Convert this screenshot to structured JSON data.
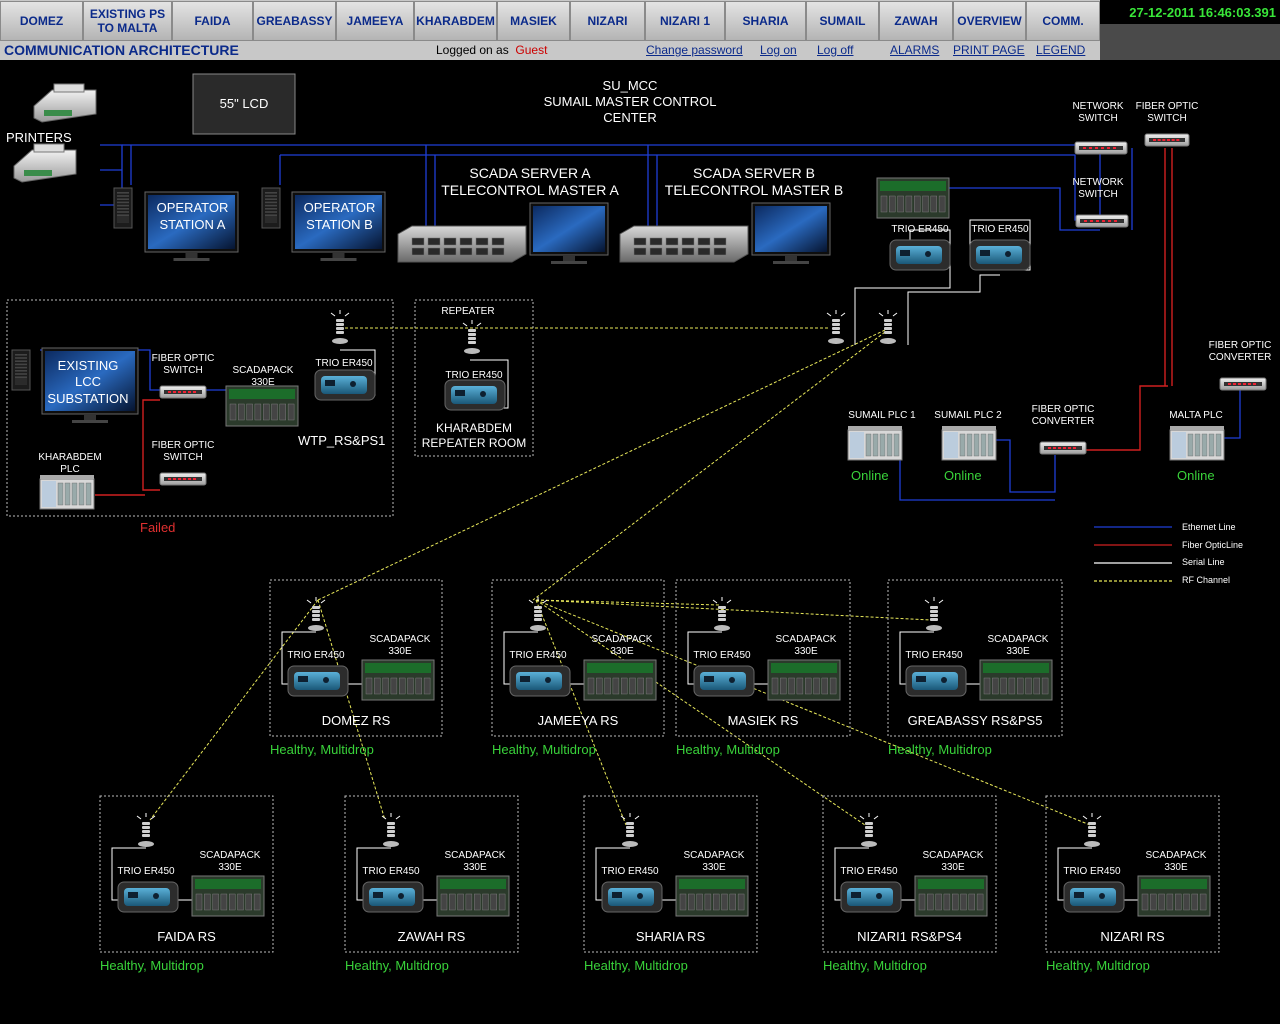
{
  "nav": {
    "buttons": [
      "DOMEZ",
      "EXISTING PS\nTO MALTA",
      "FAIDA",
      "GREABASSY",
      "JAMEEYA",
      "KHARABDEM",
      "MASIEK",
      "NIZARI",
      "NIZARI 1",
      "SHARIA",
      "SUMAIL",
      "ZAWAH",
      "OVERVIEW",
      "COMM."
    ],
    "clock": "27-12-2011 16:46:03.391"
  },
  "subbar": {
    "title": "COMMUNICATION ARCHITECTURE",
    "logged_on_label": "Logged on as",
    "user": "Guest",
    "links": [
      "Change password",
      "Log on",
      "Log off",
      "ALARMS",
      "PRINT PAGE",
      "LEGEND"
    ]
  },
  "mcc": {
    "title_line1": "SU_MCC",
    "title_line2": "SUMAIL MASTER CONTROL",
    "title_line3": "CENTER",
    "lcd": "55\" LCD",
    "printers": "PRINTERS",
    "op_a": [
      "OPERATOR",
      "STATION A"
    ],
    "op_b": [
      "OPERATOR",
      "STATION B"
    ],
    "srv_a": [
      "SCADA SERVER A",
      "TELECONTROL MASTER A"
    ],
    "srv_b": [
      "SCADA SERVER B",
      "TELECONTROL MASTER B"
    ],
    "net_switch_1": [
      "NETWORK",
      "SWITCH"
    ],
    "fo_switch": [
      "FIBER OPTIC",
      "SWITCH"
    ],
    "net_switch_2": [
      "NETWORK",
      "SWITCH"
    ],
    "trio_1": "TRIO ER450",
    "trio_2": "TRIO ER450",
    "fo_converter_1": [
      "FIBER OPTIC",
      "CONVERTER"
    ],
    "fo_converter_2": [
      "FIBER OPTIC",
      "CONVERTER"
    ],
    "plc1": "SUMAIL PLC 1",
    "plc2": "SUMAIL PLC 2",
    "malta": "MALTA PLC",
    "plc1_status": "Online",
    "plc2_status": "Online",
    "malta_status": "Online"
  },
  "lcc": {
    "existing": [
      "EXISTING",
      "LCC",
      "SUBSTATION"
    ],
    "fo1": [
      "FIBER OPTIC",
      "SWITCH"
    ],
    "fo2": [
      "FIBER OPTIC",
      "SWITCH"
    ],
    "scadapack": [
      "SCADAPACK",
      "330E"
    ],
    "trio": "TRIO ER450",
    "khar": [
      "KHARABDEM",
      "PLC"
    ],
    "site": "WTP_RS&PS1",
    "status": "Failed"
  },
  "repeater": {
    "title": "REPEATER",
    "trio": "TRIO ER450",
    "room": [
      "KHARABDEM",
      "REPEATER ROOM"
    ]
  },
  "legend": {
    "items": [
      {
        "label": "Ethernet Line",
        "color": "#1f3fd6"
      },
      {
        "label": "Fiber OpticLine",
        "color": "#d02020"
      },
      {
        "label": "Serial Line",
        "color": "#ffffff"
      },
      {
        "label": "RF Channel",
        "color": "#e8e85a"
      }
    ]
  },
  "stations": [
    {
      "name": "DOMEZ RS",
      "status": "Healthy, Multidrop",
      "trio": "TRIO ER450",
      "sp": [
        "SCADAPACK",
        "330E"
      ]
    },
    {
      "name": "JAMEEYA RS",
      "status": "Healthy, Multidrop",
      "trio": "TRIO ER450",
      "sp": [
        "SCADAPACK",
        "330E"
      ]
    },
    {
      "name": "MASIEK RS",
      "status": "Healthy, Multidrop",
      "trio": "TRIO ER450",
      "sp": [
        "SCADAPACK",
        "330E"
      ]
    },
    {
      "name": "GREABASSY RS&PS5",
      "status": "Healthy, Multidrop",
      "trio": "TRIO ER450",
      "sp": [
        "SCADAPACK",
        "330E"
      ]
    },
    {
      "name": "FAIDA RS",
      "status": "Healthy, Multidrop",
      "trio": "TRIO ER450",
      "sp": [
        "SCADAPACK",
        "330E"
      ]
    },
    {
      "name": "ZAWAH RS",
      "status": "Healthy, Multidrop",
      "trio": "TRIO ER450",
      "sp": [
        "SCADAPACK",
        "330E"
      ]
    },
    {
      "name": "SHARIA RS",
      "status": "Healthy, Multidrop",
      "trio": "TRIO ER450",
      "sp": [
        "SCADAPACK",
        "330E"
      ]
    },
    {
      "name": "NIZARI1 RS&PS4",
      "status": "Healthy, Multidrop",
      "trio": "TRIO ER450",
      "sp": [
        "SCADAPACK",
        "330E"
      ]
    },
    {
      "name": "NIZARI RS",
      "status": "Healthy, Multidrop",
      "trio": "TRIO ER450",
      "sp": [
        "SCADAPACK",
        "330E"
      ]
    }
  ]
}
